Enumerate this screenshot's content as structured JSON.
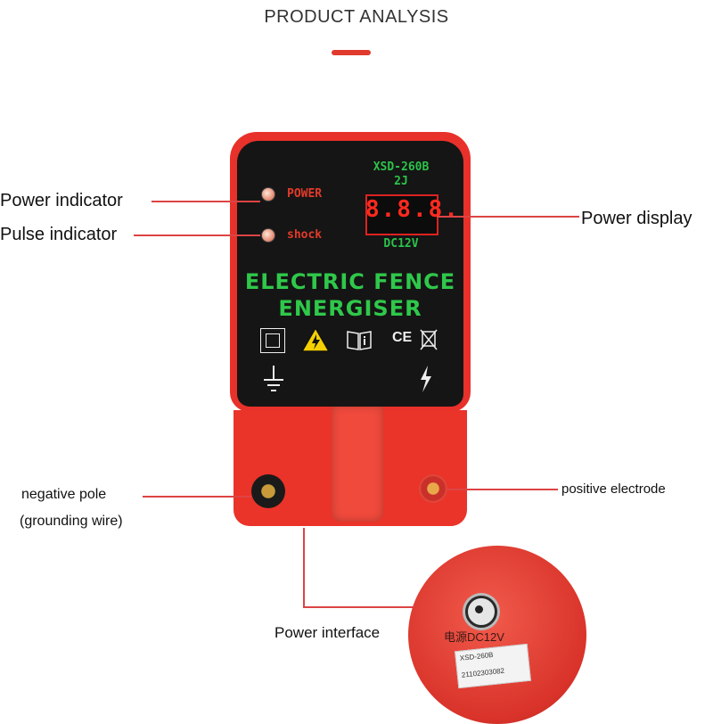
{
  "header": {
    "title": "PRODUCT ANALYSIS"
  },
  "callouts": {
    "power_indicator": "Power indicator",
    "pulse_indicator": "Pulse indicator",
    "power_display": "Power display",
    "negative_pole_line1": "negative pole",
    "negative_pole_line2": "(grounding wire)",
    "positive_electrode": "positive electrode",
    "power_interface": "Power interface"
  },
  "device": {
    "model": "XSD-260B",
    "joules": "2J",
    "led_power": "POWER",
    "led_shock": "shock",
    "display_value": "8.8.8.",
    "voltage": "DC12V",
    "title_line1": "ELECTRIC FENCE",
    "title_line2": "ENERGISER",
    "mark_ce": "CE"
  },
  "inset": {
    "jack_label": "电源DC12V",
    "sticker_model": "XSD-260B",
    "sticker_serial": "21102303082"
  },
  "colors": {
    "accent": "#e03a2e",
    "device_red": "#e8312a",
    "face": "#151515",
    "text_green": "#2fc84a"
  }
}
